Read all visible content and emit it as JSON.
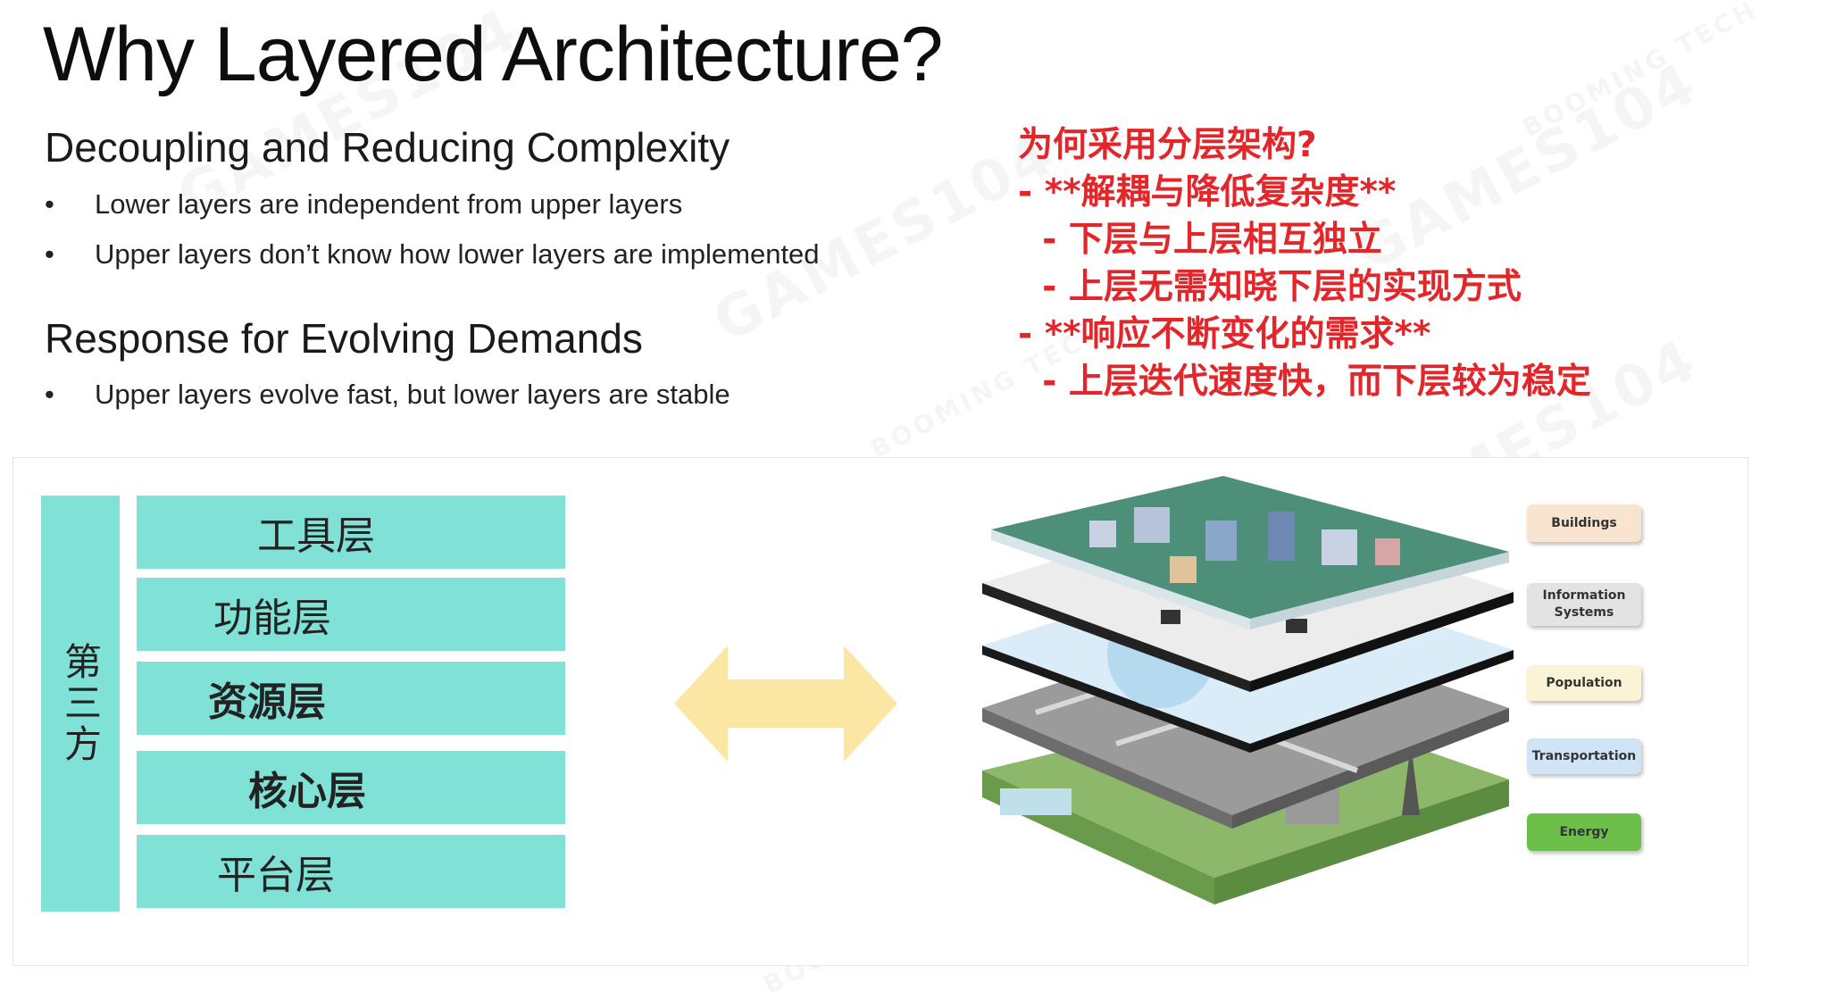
{
  "slide": {
    "title": "Why Layered Architecture?",
    "sections": [
      {
        "heading": "Decoupling and Reducing Complexity",
        "bullets": [
          "Lower layers are independent from upper layers",
          "Upper layers don’t know how lower layers are implemented"
        ]
      },
      {
        "heading": "Response for Evolving Demands",
        "bullets": [
          "Upper layers evolve fast, but lower layers are stable"
        ]
      }
    ],
    "bullet_symbol": "•",
    "cn_notes": [
      "为何采用分层架构?",
      "- **解耦与降低复杂度**",
      "  - 下层与上层相互独立",
      "  - 上层无需知晓下层的实现方式",
      "- **响应不断变化的需求**",
      "  - 上层迭代速度快，而下层较为稳定"
    ],
    "layer_diagram": {
      "side_label": "第三方",
      "layers": [
        "工具层",
        "功能层",
        "资源层",
        "核心层",
        "平台层"
      ]
    },
    "city_callouts": [
      "Buildings",
      "Information\nSystems",
      "Population",
      "Transportation",
      "Energy"
    ],
    "watermark_text": "GAMES104",
    "watermark_sub": "BOOMING TECH",
    "colors": {
      "layer_fill": "#80e2d6",
      "arrow_fill": "#fbe6a4",
      "note_red": "#e3262a",
      "callout_fills": [
        "#f8e4cf",
        "#e3e3e3",
        "#fbf3d6",
        "#cfe4f5",
        "#6cc04a"
      ]
    }
  }
}
